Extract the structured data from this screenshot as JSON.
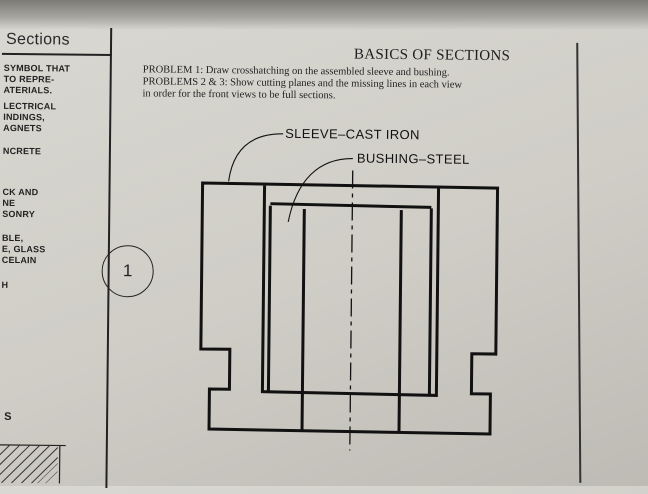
{
  "sidebar": {
    "title": "Sections",
    "materials": [
      "SYMBOL THAT\n TO REPRE-\nATERIALS.",
      "LECTRICAL\nINDINGS,\nAGNETS",
      "NCRETE",
      "CK AND\nNE\nSONRY",
      "BLE,\nE, GLASS\nCELAIN",
      "H"
    ],
    "bottom_letter": "S"
  },
  "header": {
    "title": "BASICS OF SECTIONS",
    "instructions": [
      "PROBLEM 1: Draw crosshatching on the assembled sleeve and bushing.",
      "PROBLEMS 2 & 3: Show cutting planes and the missing lines in each view",
      "in order for the front views to be full sections."
    ]
  },
  "drawing": {
    "callout_sleeve": "SLEEVE–CAST IRON",
    "callout_bushing": "BUSHING–STEEL",
    "problem_number": "1"
  }
}
